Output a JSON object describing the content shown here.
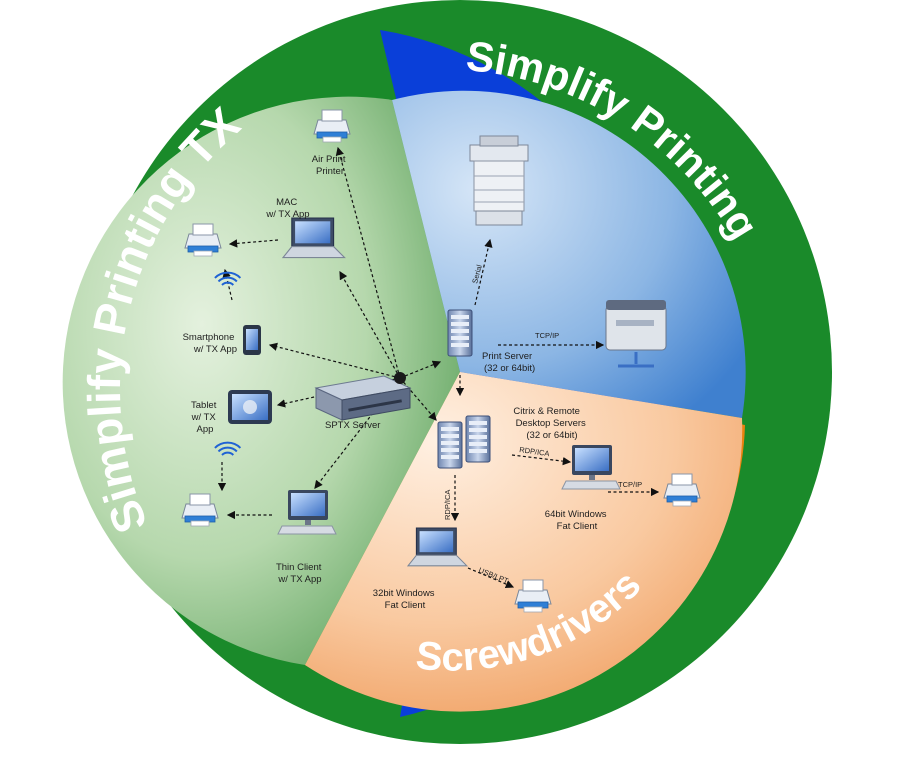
{
  "ring_labels": {
    "tx": "Simplify Printing TX",
    "printing": "Simplify Printing",
    "screwdrivers": "Screwdrivers"
  },
  "nodes": {
    "air_print": [
      "Air Print",
      "Printer"
    ],
    "mac": [
      "MAC",
      "w/ TX App"
    ],
    "smartphone": [
      "Smartphone",
      "w/ TX App"
    ],
    "tablet": [
      "Tablet",
      "w/ TX",
      "App"
    ],
    "sptx": [
      "SPTX Server"
    ],
    "thin_client": [
      "Thin Client",
      "w/ TX App"
    ],
    "print_server": [
      "Print Server",
      "(32 or 64bit)"
    ],
    "citrix": [
      "Citrix & Remote",
      "Desktop Servers",
      "(32 or 64bit)"
    ],
    "win64": [
      "64bit Windows",
      "Fat Client"
    ],
    "win32": [
      "32bit Windows",
      "Fat Client"
    ]
  },
  "edge_labels": {
    "serial": "Serial",
    "tcpip_top": "TCP/IP",
    "rdp_right": "RDP/ICA",
    "rdp_down": "RDP/ICA",
    "tcpip_right": "TCP/IP",
    "usb": "USB/LPT"
  },
  "colors": {
    "outer_green": "#1a8a2a",
    "blue": "#0a3fd9",
    "orange": "#e9820f"
  }
}
